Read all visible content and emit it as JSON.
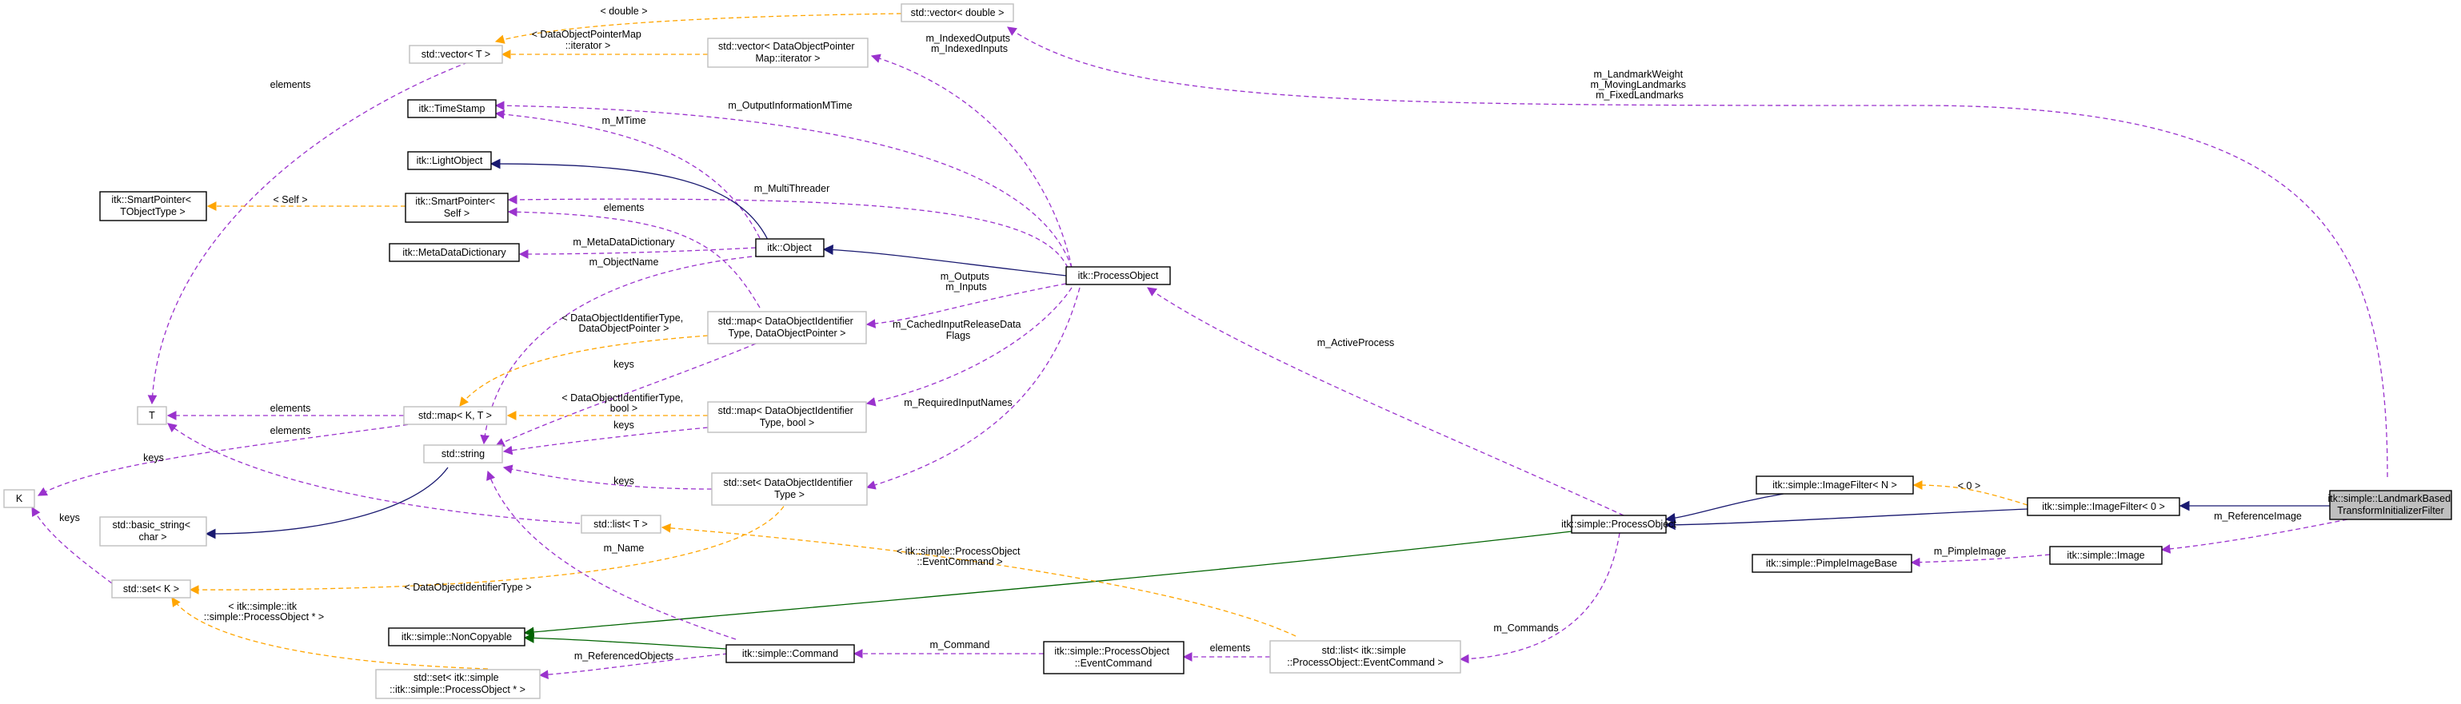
{
  "nodes": {
    "landmark_filter": [
      "itk::simple::LandmarkBased",
      "TransformInitializerFilter"
    ],
    "image_filter_0": [
      "itk::simple::ImageFilter< 0 >"
    ],
    "image_filter_n": [
      "itk::simple::ImageFilter< N >"
    ],
    "process_object_simple": [
      "itk::simple::ProcessObject"
    ],
    "image": [
      "itk::simple::Image"
    ],
    "pimple_image_base": [
      "itk::simple::PimpleImageBase"
    ],
    "process_object": [
      "itk::ProcessObject"
    ],
    "itk_object": [
      "itk::Object"
    ],
    "light_object": [
      "itk::LightObject"
    ],
    "time_stamp": [
      "itk::TimeStamp"
    ],
    "smart_pointer_self": [
      "itk::SmartPointer<",
      "Self >"
    ],
    "smart_pointer_t": [
      "itk::SmartPointer<",
      "TObjectType >"
    ],
    "meta_data_dictionary": [
      "itk::MetaDataDictionary"
    ],
    "vector_double": [
      "std::vector< double >"
    ],
    "vector_t": [
      "std::vector< T >"
    ],
    "vector_dopm": [
      "std::vector< DataObjectPointer",
      "Map::iterator >"
    ],
    "map_dopm": [
      "std::map< DataObjectIdentifier",
      "Type, DataObjectPointer >"
    ],
    "map_bool": [
      "std::map< DataObjectIdentifier",
      "Type, bool >"
    ],
    "map_kt": [
      "std::map< K, T >"
    ],
    "set_doid": [
      "std::set< DataObjectIdentifier",
      "Type >"
    ],
    "t": [
      "T"
    ],
    "k": [
      "K"
    ],
    "string": [
      "std::string"
    ],
    "basic_string": [
      "std::basic_string<",
      "char >"
    ],
    "list_t": [
      "std::list< T >"
    ],
    "set_k": [
      "std::set< K >"
    ],
    "non_copyable": [
      "itk::simple::NonCopyable"
    ],
    "command": [
      "itk::simple::Command"
    ],
    "event_command": [
      "itk::simple::ProcessObject",
      "::EventCommand"
    ],
    "list_event_command": [
      "std::list< itk::simple",
      "::ProcessObject::EventCommand >"
    ],
    "set_process_object": [
      "std::set< itk::simple",
      "::itk::simple::ProcessObject * >"
    ]
  },
  "edge_labels": {
    "landmarks": [
      "m_LandmarkWeight",
      "m_MovingLandmarks",
      "m_FixedLandmarks"
    ],
    "double_tpl": [
      "< double >"
    ],
    "dopm_iterator_tpl": [
      "< DataObjectPointerMap",
      "::iterator >"
    ],
    "indexed": [
      "m_IndexedOutputs",
      "m_IndexedInputs"
    ],
    "output_mtime": [
      "m_OutputInformationMTime"
    ],
    "mtime": [
      "m_MTime"
    ],
    "multithreader": [
      "m_MultiThreader"
    ],
    "elements_t": [
      "elements"
    ],
    "elements_sp": [
      "elements"
    ],
    "self_tpl": [
      "< Self >"
    ],
    "meta_data_dictionary": [
      "m_MetaDataDictionary"
    ],
    "object_name": [
      "m_ObjectName"
    ],
    "outputs_inputs": [
      "m_Outputs",
      "m_Inputs"
    ],
    "cached_flags": [
      "m_CachedInputReleaseData",
      "Flags"
    ],
    "doid_dop_tpl": [
      "< DataObjectIdentifierType,",
      "DataObjectPointer >"
    ],
    "keys_map_dopm": [
      "keys"
    ],
    "doid_bool_tpl": [
      "< DataObjectIdentifierType,",
      "bool >"
    ],
    "keys_map_bool": [
      "keys"
    ],
    "elements_map": [
      "elements"
    ],
    "elements_list": [
      "elements"
    ],
    "required_input_names": [
      "m_RequiredInputNames"
    ],
    "keys_k": [
      "keys"
    ],
    "keys_set": [
      "keys"
    ],
    "keys_set_k": [
      "keys"
    ],
    "active_process": [
      "m_ActiveProcess"
    ],
    "zero_tpl": [
      "< 0 >"
    ],
    "reference_image": [
      "m_ReferenceImage"
    ],
    "pimple_image": [
      "m_PimpleImage"
    ],
    "event_command_tpl": [
      "< itk::simple::ProcessObject",
      "::EventCommand >"
    ],
    "name": [
      "m_Name"
    ],
    "doid_tpl": [
      "< DataObjectIdentifierType >"
    ],
    "process_object_tpl": [
      "< itk::simple::itk",
      "::simple::ProcessObject * >"
    ],
    "referenced_objects": [
      "m_ReferencedObjects"
    ],
    "command": [
      "m_Command"
    ],
    "elements_ec": [
      "elements"
    ],
    "commands": [
      "m_Commands"
    ]
  },
  "colors": {
    "usage_edge": "#9a32cd",
    "template_edge": "#ffa500",
    "inheritance_edge": "#191970",
    "private_inheritance_edge": "#006400",
    "focus_node_fill": "#bfbfbf",
    "undocumented_node_border": "#bfbfbf"
  }
}
